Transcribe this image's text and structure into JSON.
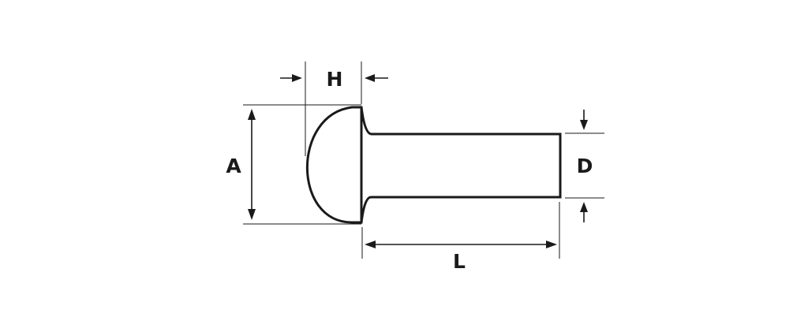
{
  "labels": {
    "h": "H",
    "a": "A",
    "d": "D",
    "l": "L"
  },
  "colors": {
    "line": "#1a1a1a",
    "background": "#ffffff"
  }
}
